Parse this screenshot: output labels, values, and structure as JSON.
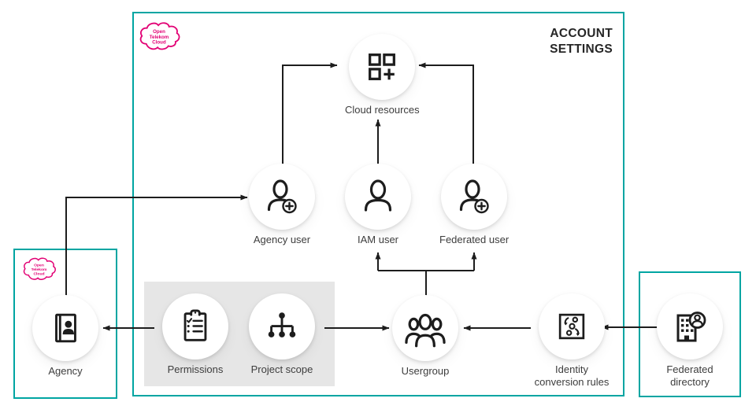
{
  "diagram": {
    "title": "ACCOUNT SETTINGS",
    "brand": {
      "name": "Open Telekom Cloud",
      "lines": [
        "Open",
        "Telekom",
        "Cloud"
      ]
    },
    "colors": {
      "teal_border": "#00a5a2",
      "magenta": "#e20074",
      "line": "#1d1d1d",
      "panel_gray": "#e6e6e6",
      "label_text": "#3d3d3d",
      "title_text": "#262626"
    },
    "nodes": [
      {
        "id": "cloud-resources",
        "label": "Cloud resources",
        "icon": "cloud-resources-icon"
      },
      {
        "id": "agency-user",
        "label": "Agency user",
        "icon": "user-plus-icon"
      },
      {
        "id": "iam-user",
        "label": "IAM user",
        "icon": "user-icon"
      },
      {
        "id": "federated-user",
        "label": "Federated user",
        "icon": "user-plus-icon"
      },
      {
        "id": "usergroup",
        "label": "Usergroup",
        "icon": "usergroup-icon"
      },
      {
        "id": "permissions",
        "label": "Permissions",
        "icon": "checklist-icon"
      },
      {
        "id": "project-scope",
        "label": "Project scope",
        "icon": "hierarchy-icon"
      },
      {
        "id": "agency",
        "label": "Agency",
        "icon": "address-book-icon"
      },
      {
        "id": "identity-rules",
        "label": "Identity conversion rules",
        "icon": "conversion-icon"
      },
      {
        "id": "federated-directory",
        "label": "Federated directory",
        "icon": "building-user-icon"
      }
    ],
    "edges": [
      {
        "from": "agency-user",
        "to": "cloud-resources"
      },
      {
        "from": "iam-user",
        "to": "cloud-resources"
      },
      {
        "from": "federated-user",
        "to": "cloud-resources"
      },
      {
        "from": "usergroup",
        "to": "iam-user"
      },
      {
        "from": "usergroup",
        "to": "federated-user"
      },
      {
        "from": "agency",
        "to": "agency-user"
      },
      {
        "from": "permissions",
        "to": "agency"
      },
      {
        "from": "project-scope",
        "to": "usergroup"
      },
      {
        "from": "identity-rules",
        "to": "usergroup"
      },
      {
        "from": "federated-directory",
        "to": "identity-rules"
      }
    ]
  }
}
